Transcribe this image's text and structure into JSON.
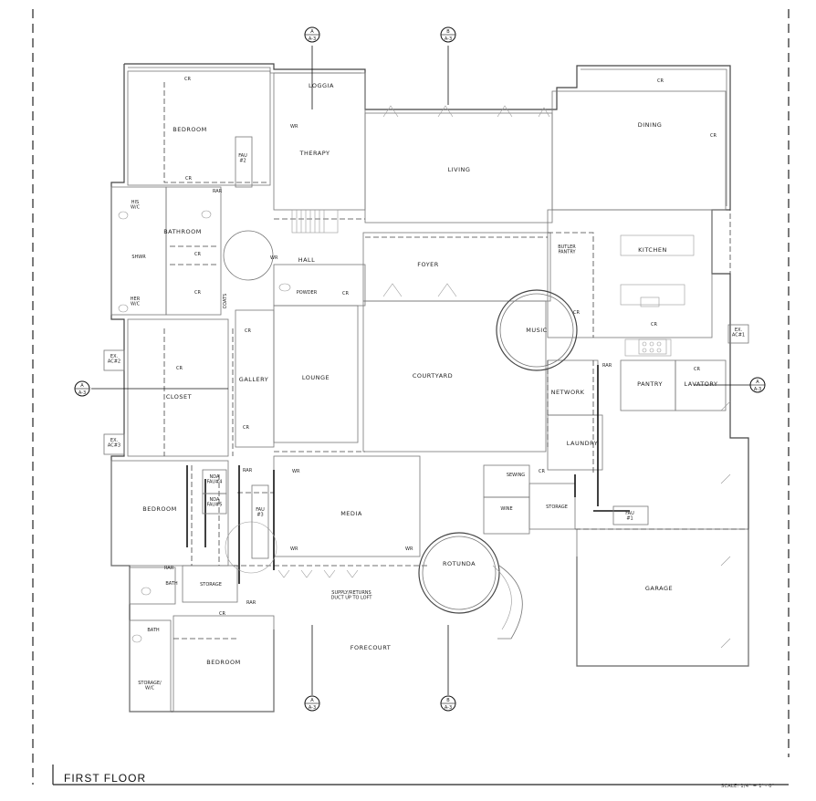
{
  "title": "FIRST FLOOR",
  "scale": "SCALE: 1/4\" = 1' - 0\"",
  "rooms": {
    "loggia": "LOGGIA",
    "bedroom_nw": "BEDROOM",
    "therapy": "THERAPY",
    "living": "LIVING",
    "dining": "DINING",
    "bathroom": "BATHROOM",
    "his_wc": "HIS\nW/C",
    "shwr": "SHWR",
    "her_wc": "HER\nW/C",
    "hall": "HALL",
    "foyer": "FOYER",
    "butler_pantry": "BUTLER\nPANTRY",
    "kitchen": "KITCHEN",
    "coats": "COATS",
    "powder": "POWDER",
    "music": "MUSIC",
    "gallery": "GALLERY",
    "lounge": "LOUNGE",
    "courtyard": "COURTYARD",
    "closet": "CLOSET",
    "network": "NETWORK",
    "pantry": "PANTRY",
    "lavatory": "LAVATORY",
    "laundry": "LAUNDRY",
    "bedroom_w": "BEDROOM",
    "media": "MEDIA",
    "sewing": "SEWING",
    "storage_c": "STORAGE",
    "wine": "WINE",
    "bath_sw1": "BATH",
    "storage_sw": "STORAGE",
    "rotunda": "ROTUNDA",
    "garage": "GARAGE",
    "bath_sw2": "BATH",
    "bedroom_sw": "BEDROOM",
    "storage_wic": "STORAGE/\nW/C",
    "forecourt": "FORECOURT"
  },
  "equipment": {
    "fau2": "FAU\n#2",
    "fau3": "FAU\n#3",
    "fau1": "FAU\n#1",
    "nda_fau4": "NDA\nFAU#4",
    "nda_fau5": "NDA\nFAU#5",
    "ex_ac2": "EX.\nAC#2",
    "ex_ac3": "EX.\nAC#3",
    "ex_ac1": "EX.\nAC#1",
    "rar": "RAR",
    "cr": "CR",
    "wr": "WR"
  },
  "notes": {
    "duct": "SUPPLY/RETURNS\nDUCT UP TO LOFT"
  },
  "section_marks": {
    "a": "A",
    "b": "B",
    "sheet": "A-3"
  }
}
